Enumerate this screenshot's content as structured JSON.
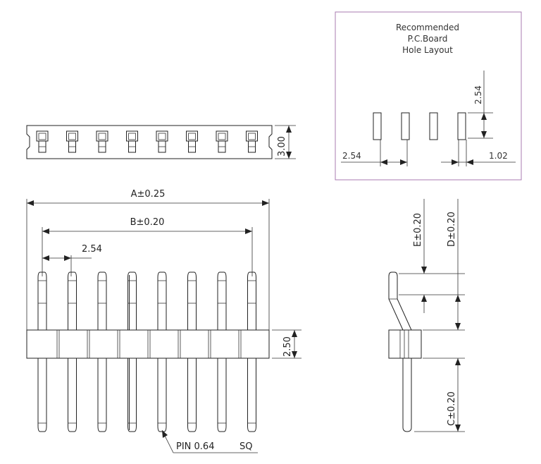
{
  "pcb_box": {
    "title_line1": "Recommended",
    "title_line2": "P.C.Board",
    "title_line3": "Hole Layout",
    "dim_pitch_v": "2.54",
    "dim_pitch_h": "2.54",
    "dim_hole": "1.02",
    "hole_count": 4
  },
  "top_view": {
    "dim_height": "3.00",
    "cavity_count": 8
  },
  "front_view": {
    "dim_a": "A±0.25",
    "dim_b": "B±0.20",
    "dim_pitch": "2.54",
    "dim_body": "2.50",
    "pin_note_prefix": "PIN 0.64",
    "pin_note_suffix": "SQ",
    "pin_count": 8
  },
  "side_view": {
    "dim_e": "E±0.20",
    "dim_d": "D±0.20",
    "dim_c": "C±0.20"
  }
}
